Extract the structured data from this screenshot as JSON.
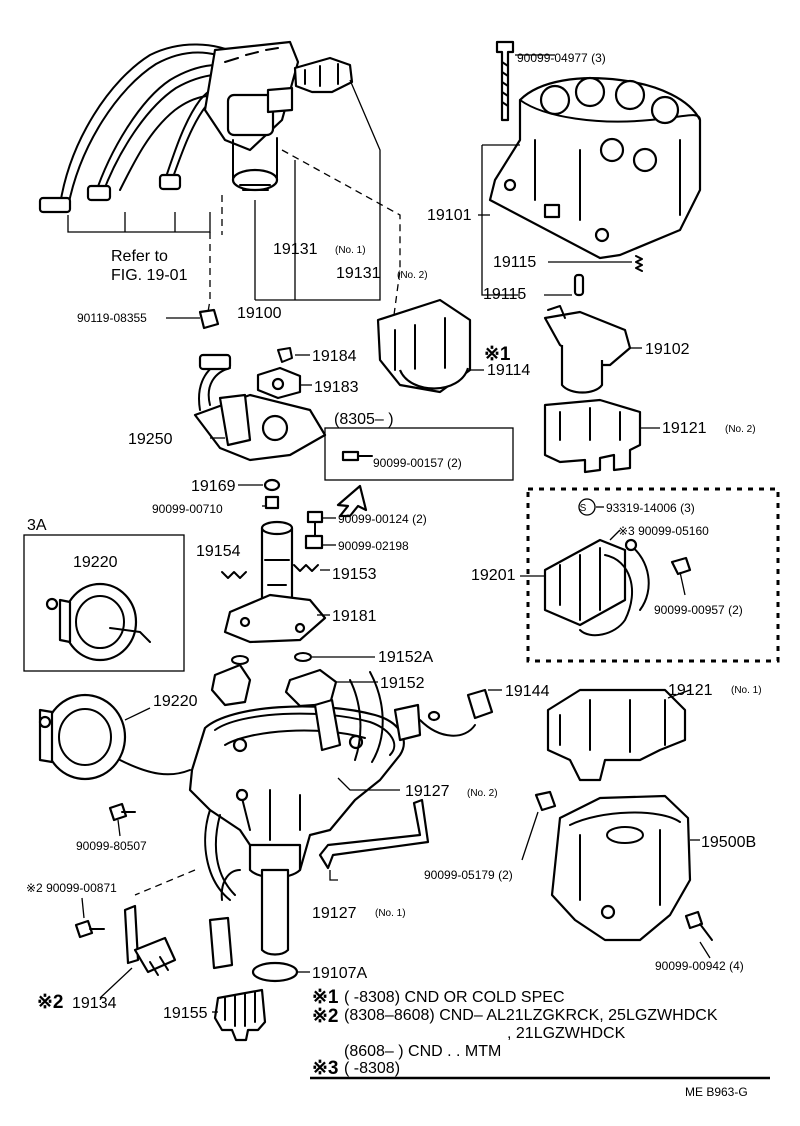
{
  "title": "",
  "labels": {
    "p90099_04977": "90099-04977 (3)",
    "p19101": "19101",
    "p19115a": "19115",
    "p19115b": "19115",
    "refer1": "Refer to",
    "refer2": "FIG. 19-01",
    "p19131_1": "19131",
    "p19131_1n": "(No. 1)",
    "p19131_2": "19131",
    "p19131_2n": "(No. 2)",
    "p19100": "19100",
    "p90119_08355": "90119-08355",
    "star1": "※1",
    "p19114": "19114",
    "p19102": "19102",
    "p19184": "19184",
    "p19183": "19183",
    "p19250": "19250",
    "p8305": "(8305–          )",
    "p90099_00157": "90099-00157 (2)",
    "p19121_2": "19121",
    "p19121_2n": "(No. 2)",
    "p19169": "19169",
    "p90099_00710": "90099-00710",
    "p90099_00124": "90099-00124 (2)",
    "p90099_02198": "90099-02198",
    "p93319_14006": "93319-14006 (3)",
    "p90099_05160": "※3 90099-05160",
    "box3a": "3A",
    "p19220a": "19220",
    "p19154": "19154",
    "p19153": "19153",
    "p19201": "19201",
    "p90099_00957": "90099-00957 (2)",
    "p19181": "19181",
    "p19152a": "19152A",
    "p19152": "19152",
    "p19144": "19144",
    "p19121_1": "19121",
    "p19121_1n": "(No. 1)",
    "p19220b": "19220",
    "p19127_2": "19127",
    "p19127_2n": "(No. 2)",
    "p90099_80507": "90099-80507",
    "p19500b": "19500B",
    "p90099_00871": "※2 90099-00871",
    "p90099_05179": "90099-05179 (2)",
    "p19127_1": "19127",
    "p19127_1n": "(No. 1)",
    "p90099_00942": "90099-00942 (4)",
    "star2": "※2",
    "p19134": "19134",
    "p19107a": "19107A",
    "p19155": "19155",
    "ref_code": "ME  B963-G",
    "circle_s": "S"
  },
  "notes": {
    "n1_mark": "※1",
    "n1_text": "(        -8308) CND  OR  COLD  SPEC",
    "n2_mark": "※2",
    "n2_text": "(8308–8608) CND– AL21LZGKRCK, 25LGZWHDCK",
    "n2_cont": ", 21LGZWHDCK",
    "n2b_text": "(8608–          ) CND . .  MTM",
    "n3_mark": "※3",
    "n3_text": "(        -8308)"
  }
}
